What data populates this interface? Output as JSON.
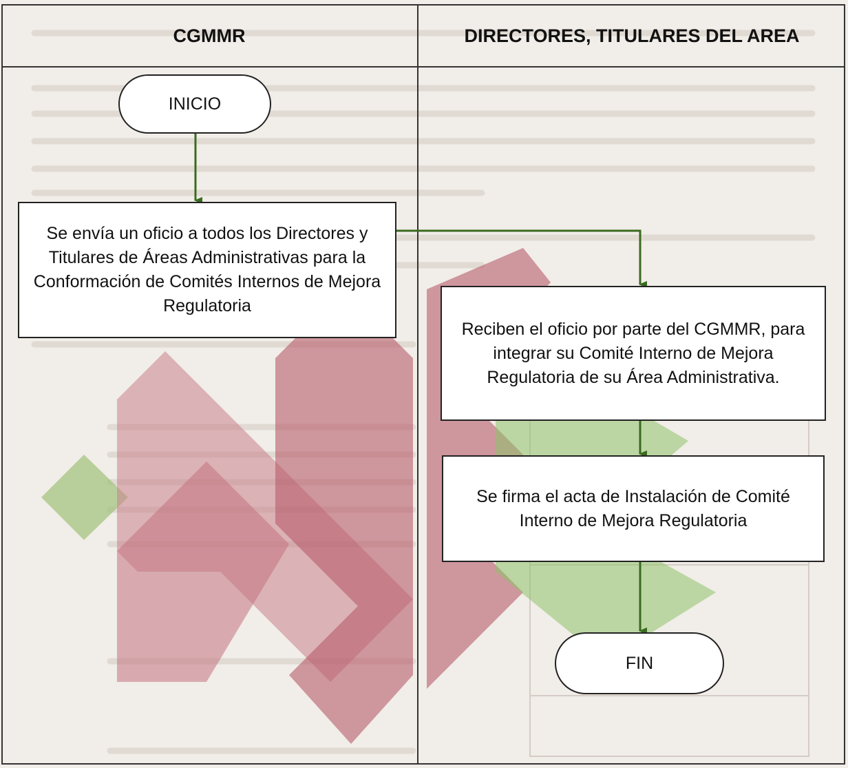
{
  "lanes": {
    "left_header": "CGMMR",
    "right_header": "DIRECTORES, TITULARES DEL AREA"
  },
  "nodes": {
    "start": "INICIO",
    "step_1": "Se envía un oficio a todos los Directores y Titulares de Áreas Administrativas para la Conformación de Comités Internos de Mejora Regulatoria",
    "step_2": "Reciben el oficio por parte del CGMMR, para integrar su Comité Interno de Mejora Regulatoria de su Área Administrativa.",
    "step_3": "Se firma el acta de Instalación de Comité Interno de Mejora Regulatoria",
    "end": "FIN"
  },
  "colors": {
    "arrow": "#3a6b1f",
    "background": "#f1ede8",
    "decor_red": "#c2727f",
    "decor_green": "#9fc27a"
  }
}
